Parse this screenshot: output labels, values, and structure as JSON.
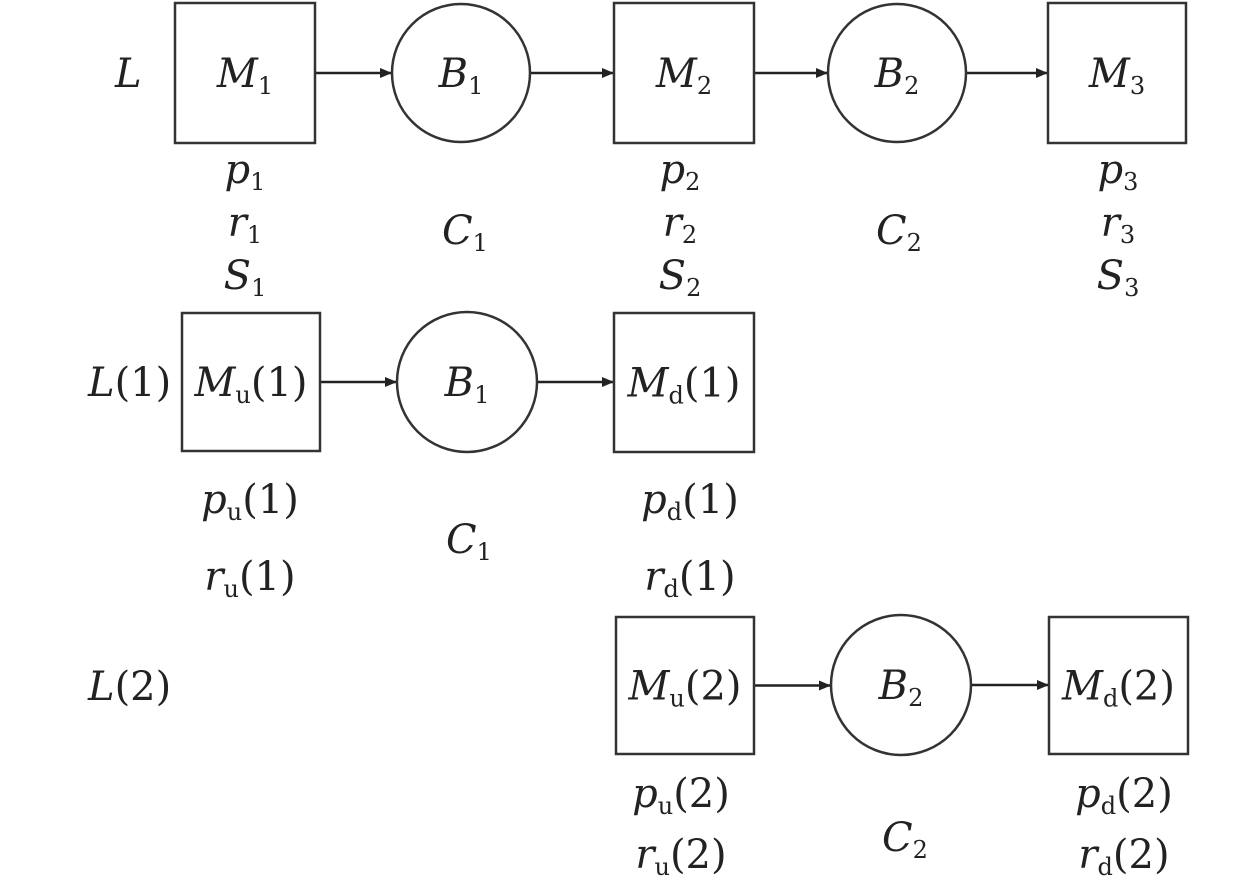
{
  "diagram": {
    "rows": [
      {
        "label": "L",
        "label_sub": ""
      },
      {
        "label": "L(1)",
        "label_sub": ""
      },
      {
        "label": "L(2)",
        "label_sub": ""
      }
    ],
    "nodes": [
      {
        "id": "M1",
        "shape": "square",
        "base": "M",
        "sub": "1",
        "suffix": ""
      },
      {
        "id": "B1",
        "shape": "circle",
        "base": "B",
        "sub": "1",
        "suffix": ""
      },
      {
        "id": "M2",
        "shape": "square",
        "base": "M",
        "sub": "2",
        "suffix": ""
      },
      {
        "id": "B2",
        "shape": "circle",
        "base": "B",
        "sub": "2",
        "suffix": ""
      },
      {
        "id": "M3",
        "shape": "square",
        "base": "M",
        "sub": "3",
        "suffix": ""
      },
      {
        "id": "Mu1",
        "shape": "square",
        "base": "M",
        "sub": "u",
        "suffix": "(1)"
      },
      {
        "id": "B1b",
        "shape": "circle",
        "base": "B",
        "sub": "1",
        "suffix": ""
      },
      {
        "id": "Md1",
        "shape": "square",
        "base": "M",
        "sub": "d",
        "suffix": "(1)"
      },
      {
        "id": "Mu2",
        "shape": "square",
        "base": "M",
        "sub": "u",
        "suffix": "(2)"
      },
      {
        "id": "B2b",
        "shape": "circle",
        "base": "B",
        "sub": "2",
        "suffix": ""
      },
      {
        "id": "Md2",
        "shape": "square",
        "base": "M",
        "sub": "d",
        "suffix": "(2)"
      }
    ],
    "edges": [
      {
        "from": "M1",
        "to": "B1"
      },
      {
        "from": "B1",
        "to": "M2"
      },
      {
        "from": "M2",
        "to": "B2"
      },
      {
        "from": "B2",
        "to": "M3"
      },
      {
        "from": "Mu1",
        "to": "B1b"
      },
      {
        "from": "B1b",
        "to": "Md1"
      },
      {
        "from": "Mu2",
        "to": "B2b"
      },
      {
        "from": "B2b",
        "to": "Md2"
      }
    ],
    "params": [
      {
        "id": "p1",
        "base": "p",
        "sub": "1",
        "suffix": ""
      },
      {
        "id": "r1",
        "base": "r",
        "sub": "1",
        "suffix": ""
      },
      {
        "id": "S1",
        "base": "S",
        "sub": "1",
        "suffix": ""
      },
      {
        "id": "C1",
        "base": "C",
        "sub": "1",
        "suffix": ""
      },
      {
        "id": "p2",
        "base": "p",
        "sub": "2",
        "suffix": ""
      },
      {
        "id": "r2",
        "base": "r",
        "sub": "2",
        "suffix": ""
      },
      {
        "id": "S2",
        "base": "S",
        "sub": "2",
        "suffix": ""
      },
      {
        "id": "C2",
        "base": "C",
        "sub": "2",
        "suffix": ""
      },
      {
        "id": "p3",
        "base": "p",
        "sub": "3",
        "suffix": ""
      },
      {
        "id": "r3",
        "base": "r",
        "sub": "3",
        "suffix": ""
      },
      {
        "id": "S3",
        "base": "S",
        "sub": "3",
        "suffix": ""
      },
      {
        "id": "pu1",
        "base": "p",
        "sub": "u",
        "suffix": "(1)"
      },
      {
        "id": "ru1",
        "base": "r",
        "sub": "u",
        "suffix": "(1)"
      },
      {
        "id": "C1b",
        "base": "C",
        "sub": "1",
        "suffix": ""
      },
      {
        "id": "pd1",
        "base": "p",
        "sub": "d",
        "suffix": "(1)"
      },
      {
        "id": "rd1",
        "base": "r",
        "sub": "d",
        "suffix": "(1)"
      },
      {
        "id": "pu2",
        "base": "p",
        "sub": "u",
        "suffix": "(2)"
      },
      {
        "id": "ru2",
        "base": "r",
        "sub": "u",
        "suffix": "(2)"
      },
      {
        "id": "C2b",
        "base": "C",
        "sub": "2",
        "suffix": ""
      },
      {
        "id": "pd2",
        "base": "p",
        "sub": "d",
        "suffix": "(2)"
      },
      {
        "id": "rd2",
        "base": "r",
        "sub": "d",
        "suffix": "(2)"
      }
    ]
  }
}
